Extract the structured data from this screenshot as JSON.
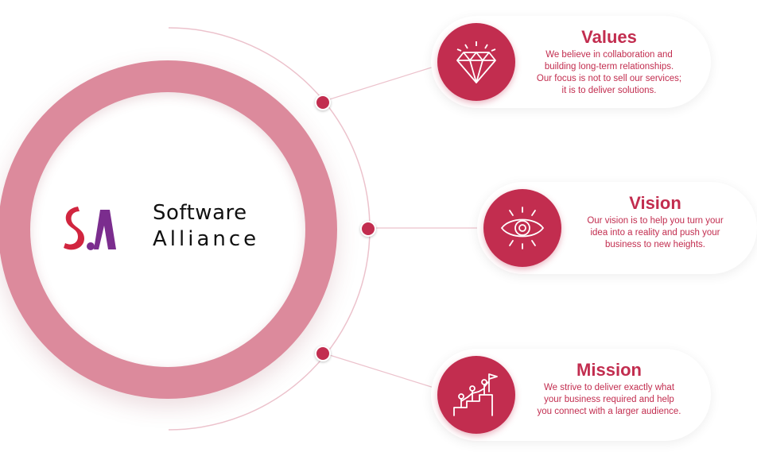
{
  "brand": {
    "line1": "Software",
    "line2": "Alliance",
    "mark_text": "SA"
  },
  "colors": {
    "accent": "#c22d4f",
    "ring": "#dc8a9c",
    "logo_red": "#d1253f",
    "logo_purple": "#7b2d8e"
  },
  "cards": [
    {
      "title": "Values",
      "icon": "diamond-icon",
      "body": "We believe in collaboration and\nbuilding long-term relationships.\nOur focus is not to sell our services;\nit is to deliver solutions."
    },
    {
      "title": "Vision",
      "icon": "eye-icon",
      "body": "Our vision is to help you turn your\nidea into a reality and push your\nbusiness to new heights."
    },
    {
      "title": "Mission",
      "icon": "team-summit-icon",
      "body": "We strive to deliver exactly what\nyour business required and help\nyou connect with a larger audience."
    }
  ]
}
